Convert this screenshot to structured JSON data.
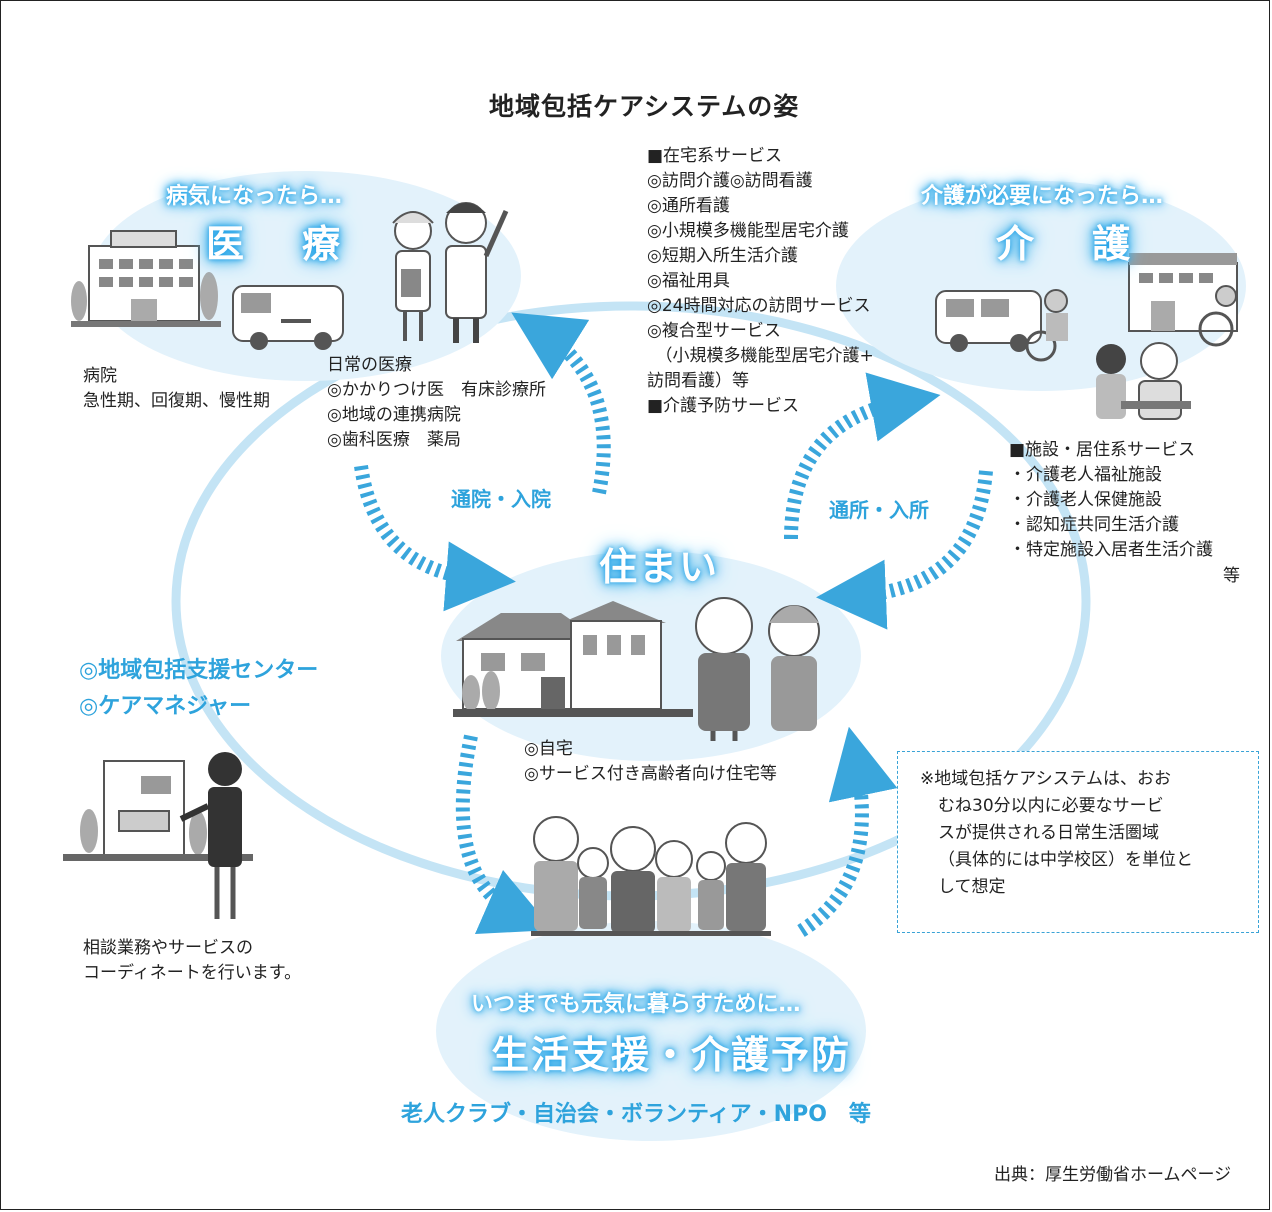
{
  "title": "地域包括ケアシステムの姿",
  "medical": {
    "subtitle": "病気になったら…",
    "heading": "医　療",
    "hospital_lines": [
      "病院",
      "急性期、回復期、慢性期"
    ],
    "daily_lines": [
      "日常の医療",
      "◎かかりつけ医　有床診療所",
      "◎地域の連携病院",
      "◎歯科医療　薬局"
    ]
  },
  "care": {
    "subtitle": "介護が必要になったら…",
    "heading": "介　護",
    "home_services": [
      "■在宅系サービス",
      "◎訪問介護◎訪問看護",
      "◎通所看護",
      "◎小規模多機能型居宅介護",
      "◎短期入所生活介護",
      "◎福祉用具",
      "◎24時間対応の訪問サービス",
      "◎複合型サービス",
      "　（小規模多機能型居宅介護+",
      "訪問看護）等",
      "■介護予防サービス"
    ],
    "facility_services": [
      "■施設・居住系サービス",
      "・介護老人福祉施設",
      "・介護老人保健施設",
      "・認知症共同生活介護",
      "・特定施設入居者生活介護"
    ],
    "facility_etc": "等"
  },
  "arrows": {
    "hospital": "通院・入院",
    "daycare": "通所・入所"
  },
  "home": {
    "heading": "住まい",
    "lines": [
      "◎自宅",
      "◎サービス付き高齢者向け住宅等"
    ]
  },
  "support_center": {
    "lines": [
      "◎地域包括支援センター",
      "◎ケアマネジャー"
    ],
    "desc": [
      "相談業務やサービスの",
      "コーディネートを行います。"
    ]
  },
  "note": {
    "lines": [
      "※地域包括ケアシステムは、おお",
      "むね30分以内に必要なサービ",
      "スが提供される日常生活圏域",
      "（具体的には中学校区）を単位と",
      "して想定"
    ]
  },
  "life": {
    "subtitle": "いつまでも元気に暮らすために…",
    "heading": "生活支援・介護予防",
    "groups": "老人クラブ・自治会・ボランティア・NPO　等"
  },
  "source": "出典：厚生労働省ホームページ",
  "colors": {
    "accent": "#2ea3dc",
    "pale": "#e3f2fb",
    "ring": "#c4e4f5",
    "arrow": "#3aa6dc"
  }
}
